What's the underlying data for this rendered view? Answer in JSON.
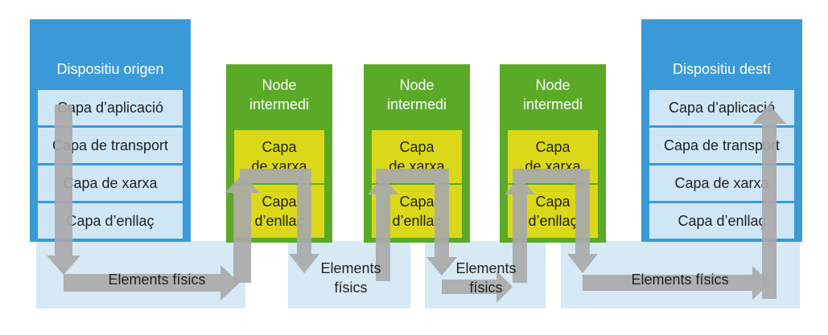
{
  "source_device": {
    "title": "Dispositiu origen",
    "layers": [
      "Capa d’aplicació",
      "Capa de transport",
      "Capa de xarxa",
      "Capa d’enllaç"
    ]
  },
  "destination_device": {
    "title": "Dispositiu destí",
    "layers": [
      "Capa d’aplicació",
      "Capa de transport",
      "Capa de xarxa",
      "Capa d’enllaç"
    ]
  },
  "intermediate_nodes": [
    {
      "title_lines": [
        "Node",
        "intermedi"
      ],
      "network_layer_lines": [
        "Capa",
        "de xarxa"
      ],
      "link_layer_lines": [
        "Capa",
        "d’enllaç"
      ]
    },
    {
      "title_lines": [
        "Node",
        "intermedi"
      ],
      "network_layer_lines": [
        "Capa",
        "de xarxa"
      ],
      "link_layer_lines": [
        "Capa",
        "d’enllaç"
      ]
    },
    {
      "title_lines": [
        "Node",
        "intermedi"
      ],
      "network_layer_lines": [
        "Capa",
        "de xarxa"
      ],
      "link_layer_lines": [
        "Capa",
        "d’enllaç"
      ]
    }
  ],
  "physical_segments": [
    {
      "label_lines": [
        "Elements físics"
      ]
    },
    {
      "label_lines": [
        "Elements",
        "físics"
      ]
    },
    {
      "label_lines": [
        "Elements",
        "físics"
      ]
    },
    {
      "label_lines": [
        "Elements físics"
      ]
    }
  ],
  "colors": {
    "device_blue": "#3a9ad8",
    "device_layer": "#cfe6f6",
    "node_green": "#5aaa27",
    "node_layer_yellow": "#dbd81a",
    "physical_band": "#d6e9f5",
    "arrow_gray": "#a9a9a9"
  }
}
